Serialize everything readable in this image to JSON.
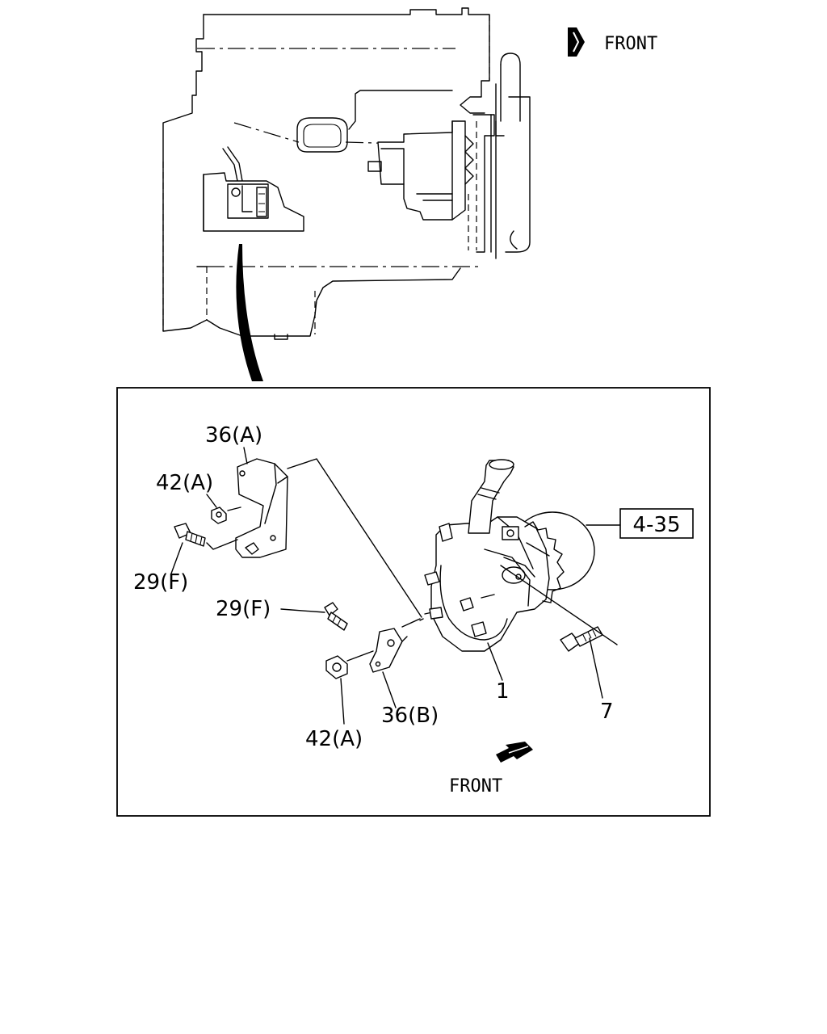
{
  "top_view": {
    "front_label": "FRONT"
  },
  "detail_view": {
    "front_label": "FRONT",
    "ref_box_label": "4-35",
    "callouts": {
      "bracket_a": "36(A)",
      "nut_a_upper": "42(A)",
      "bolt_f_upper": "29(F)",
      "bolt_f_lower": "29(F)",
      "nut_a_lower": "42(A)",
      "bracket_b": "36(B)",
      "vacuum_pump": "1",
      "bolt_7": "7"
    }
  }
}
